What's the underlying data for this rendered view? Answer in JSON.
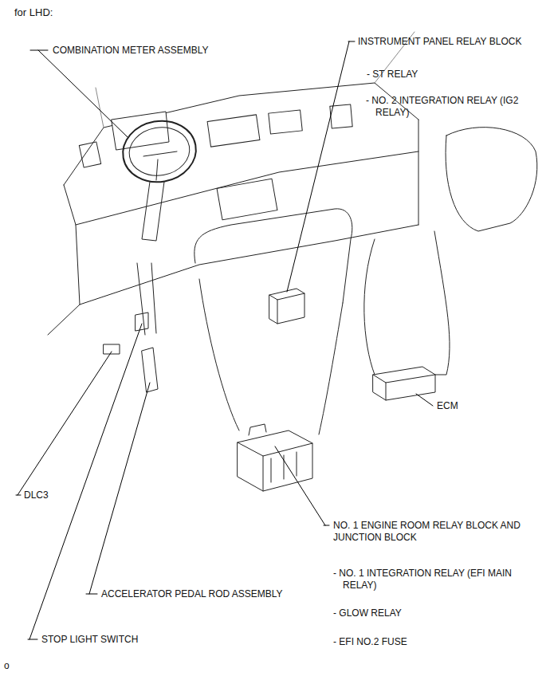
{
  "diagram": {
    "title": "for LHD:",
    "labels": [
      "COMBINATION METER ASSEMBLY",
      "INSTRUMENT PANEL RELAY BLOCK",
      "- ST RELAY",
      "- NO. 2 INTEGRATION RELAY (IG2 RELAY)",
      "ECM",
      "DLC3",
      "NO. 1 ENGINE ROOM RELAY BLOCK AND JUNCTION BLOCK",
      "- NO. 1 INTEGRATION RELAY (EFI MAIN RELAY)",
      "- GLOW RELAY",
      "- EFI NO.2 FUSE",
      "ACCELERATOR PEDAL ROD ASSEMBLY",
      "STOP LIGHT SWITCH",
      "o"
    ]
  }
}
